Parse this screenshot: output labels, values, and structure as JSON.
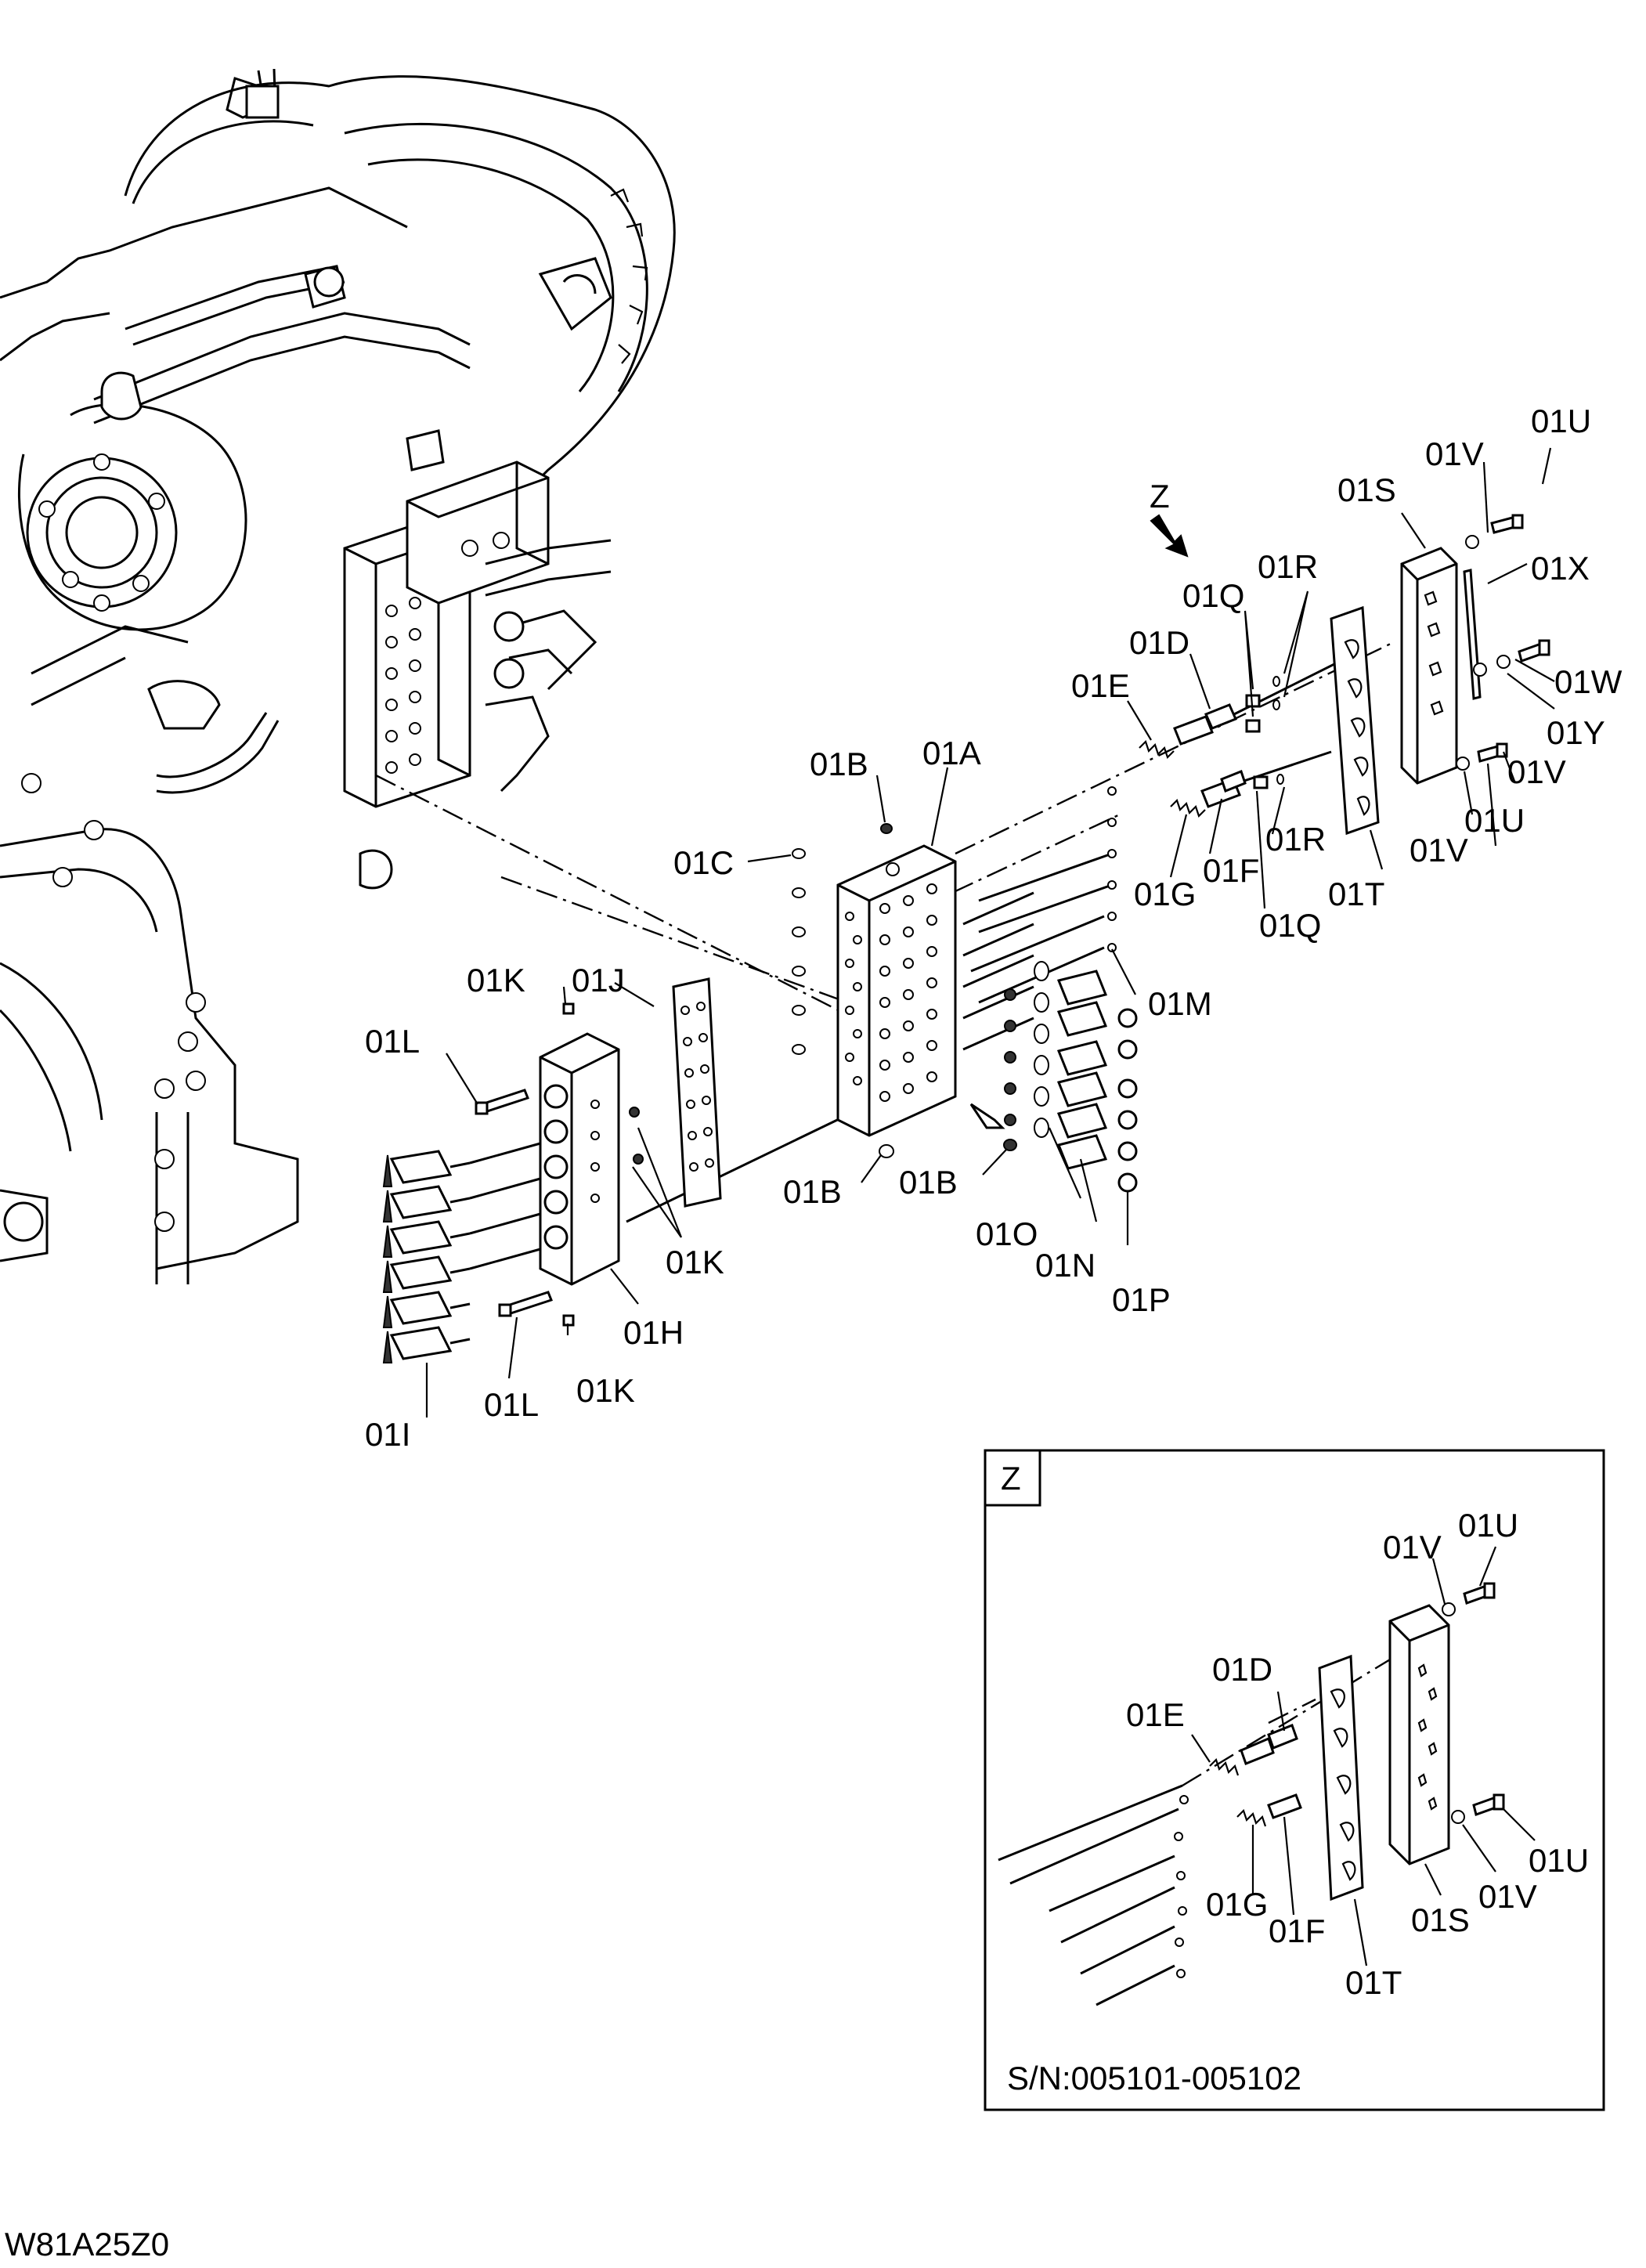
{
  "diagram": {
    "drawing_code": "W81A25Z0",
    "detail_view": {
      "title": "Z",
      "serial_range": "S/N:005101-005102"
    },
    "view_arrow_label": "Z",
    "labels": {
      "01A": "01A",
      "01B": "01B",
      "01C": "01C",
      "01D": "01D",
      "01E": "01E",
      "01F": "01F",
      "01G": "01G",
      "01H": "01H",
      "01I": "01I",
      "01J": "01J",
      "01K": "01K",
      "01L": "01L",
      "01M": "01M",
      "01N": "01N",
      "01O": "01O",
      "01P": "01P",
      "01Q": "01Q",
      "01R": "01R",
      "01S": "01S",
      "01T": "01T",
      "01U": "01U",
      "01V": "01V",
      "01W": "01W",
      "01X": "01X",
      "01Y": "01Y"
    }
  }
}
